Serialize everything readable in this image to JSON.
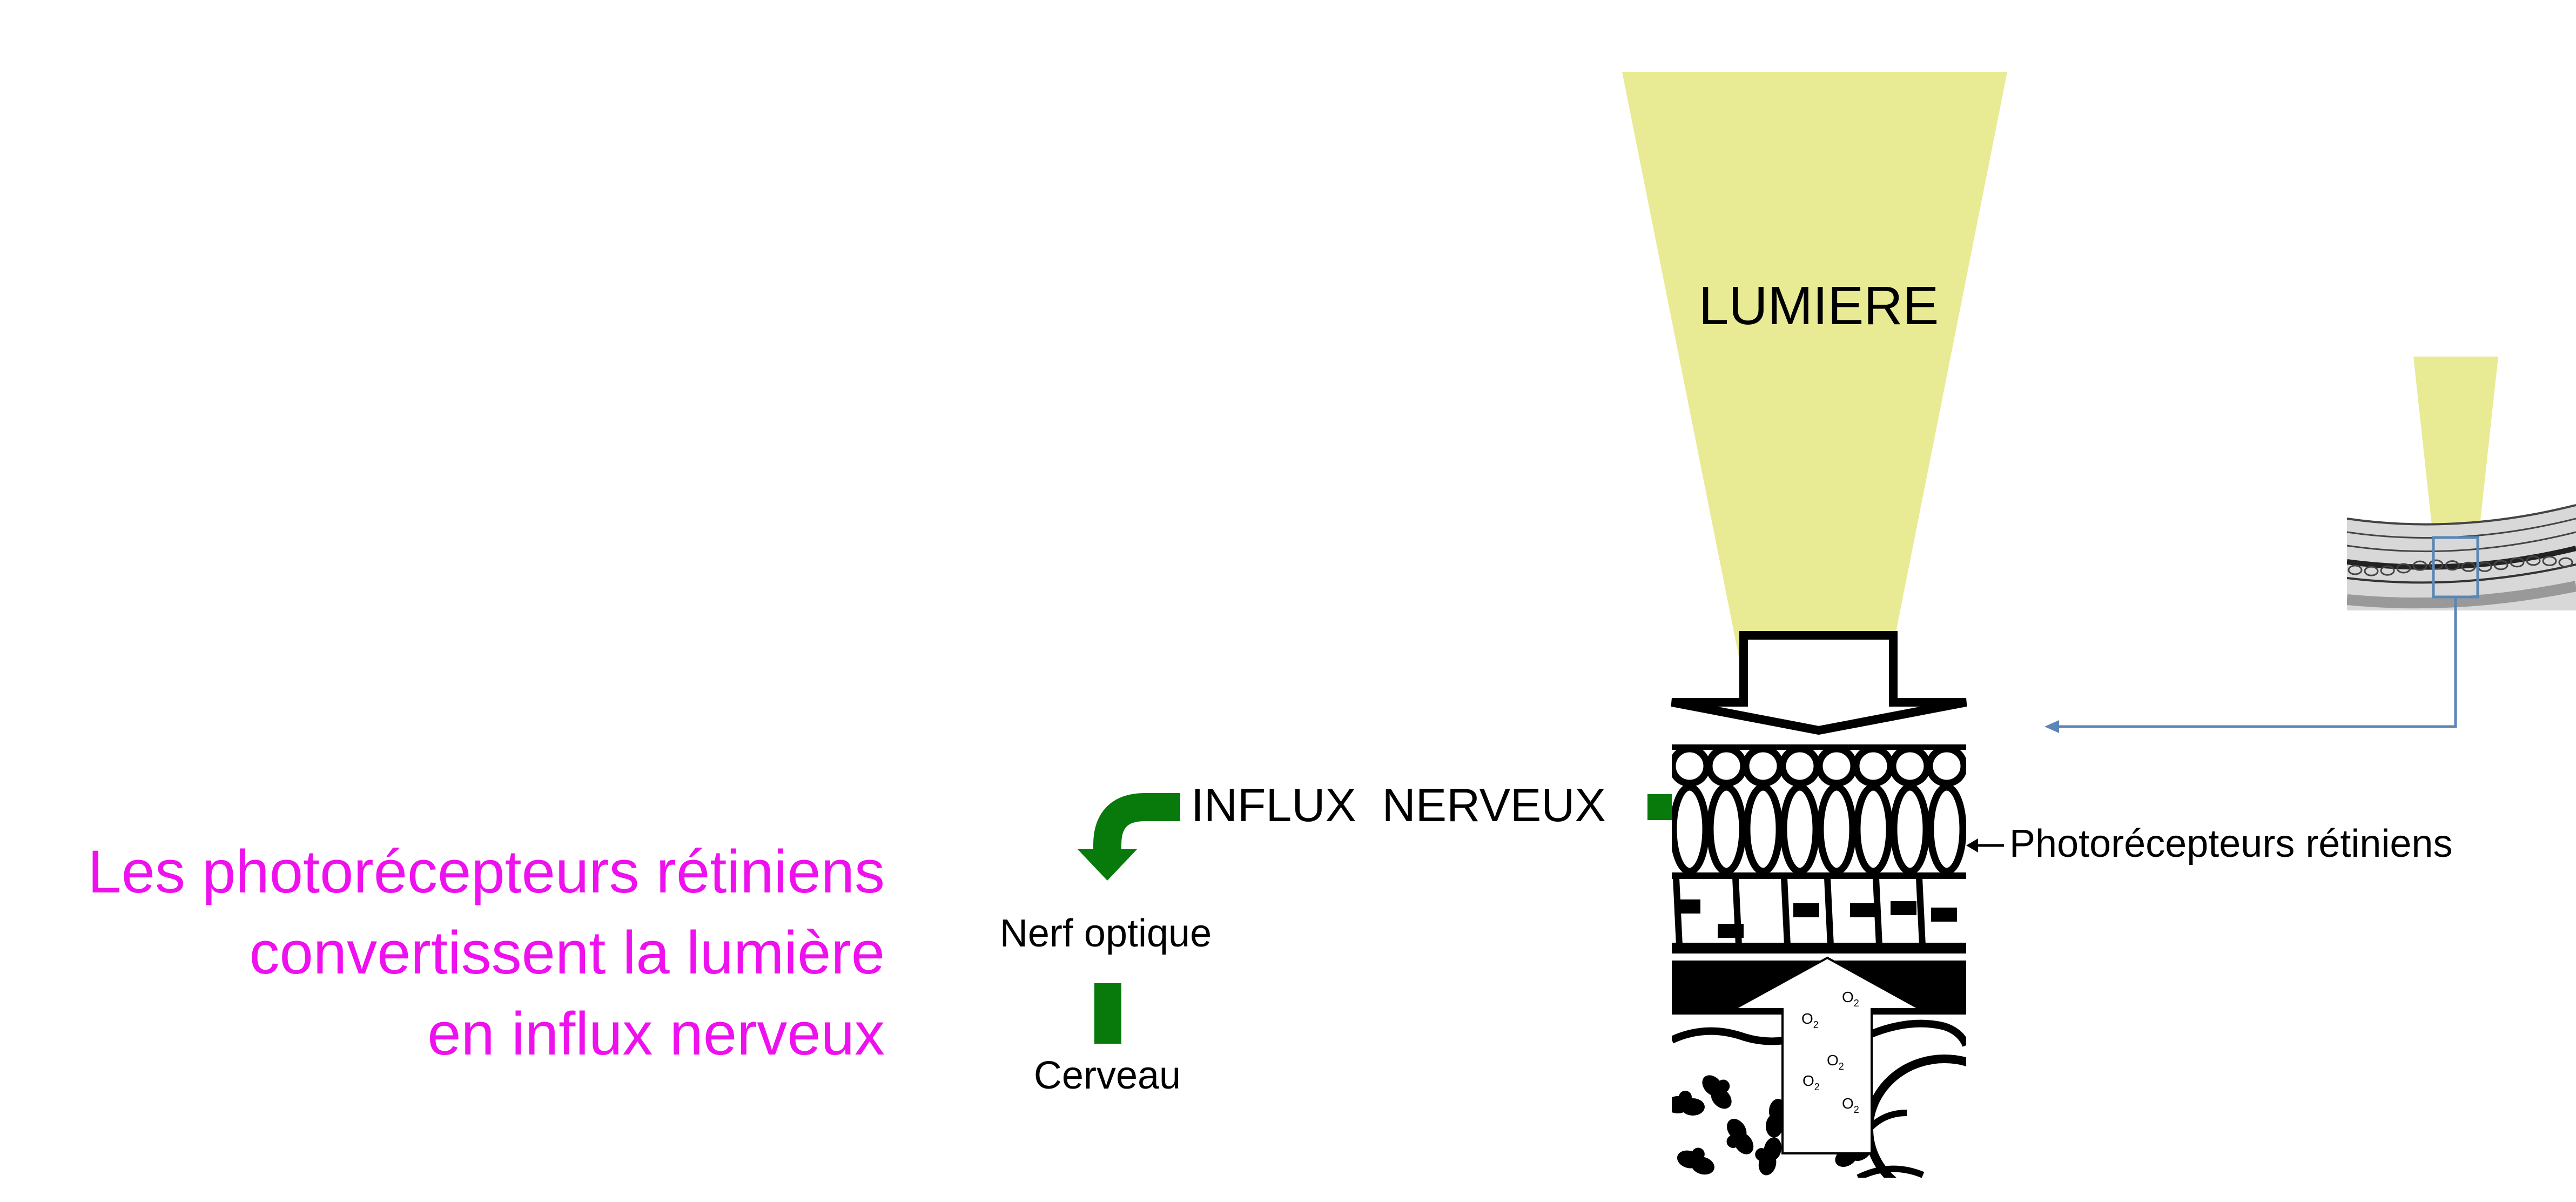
{
  "caption": {
    "lines": [
      "Les photorécepteurs rétiniens",
      "convertissent la lumière",
      "en influx nerveux"
    ],
    "color": "#ee11ee"
  },
  "labels": {
    "light": "LUMIERE",
    "nerve_signal": "INFLUX  NERVEUX",
    "optic_nerve": "Nerf optique",
    "brain": "Cerveau",
    "photoreceptors": "Photorécepteurs rétiniens",
    "oxygen": "O",
    "oxygen_subscript": "2"
  },
  "colors": {
    "light_beam": "#e9ea94",
    "nerve_green": "#087a0b",
    "pointer_blue": "#5b86b5",
    "ink": "#000000"
  },
  "icons": [
    "light-beam",
    "down-arrow",
    "up-arrow",
    "curved-arrow",
    "retina-thumbnail"
  ]
}
